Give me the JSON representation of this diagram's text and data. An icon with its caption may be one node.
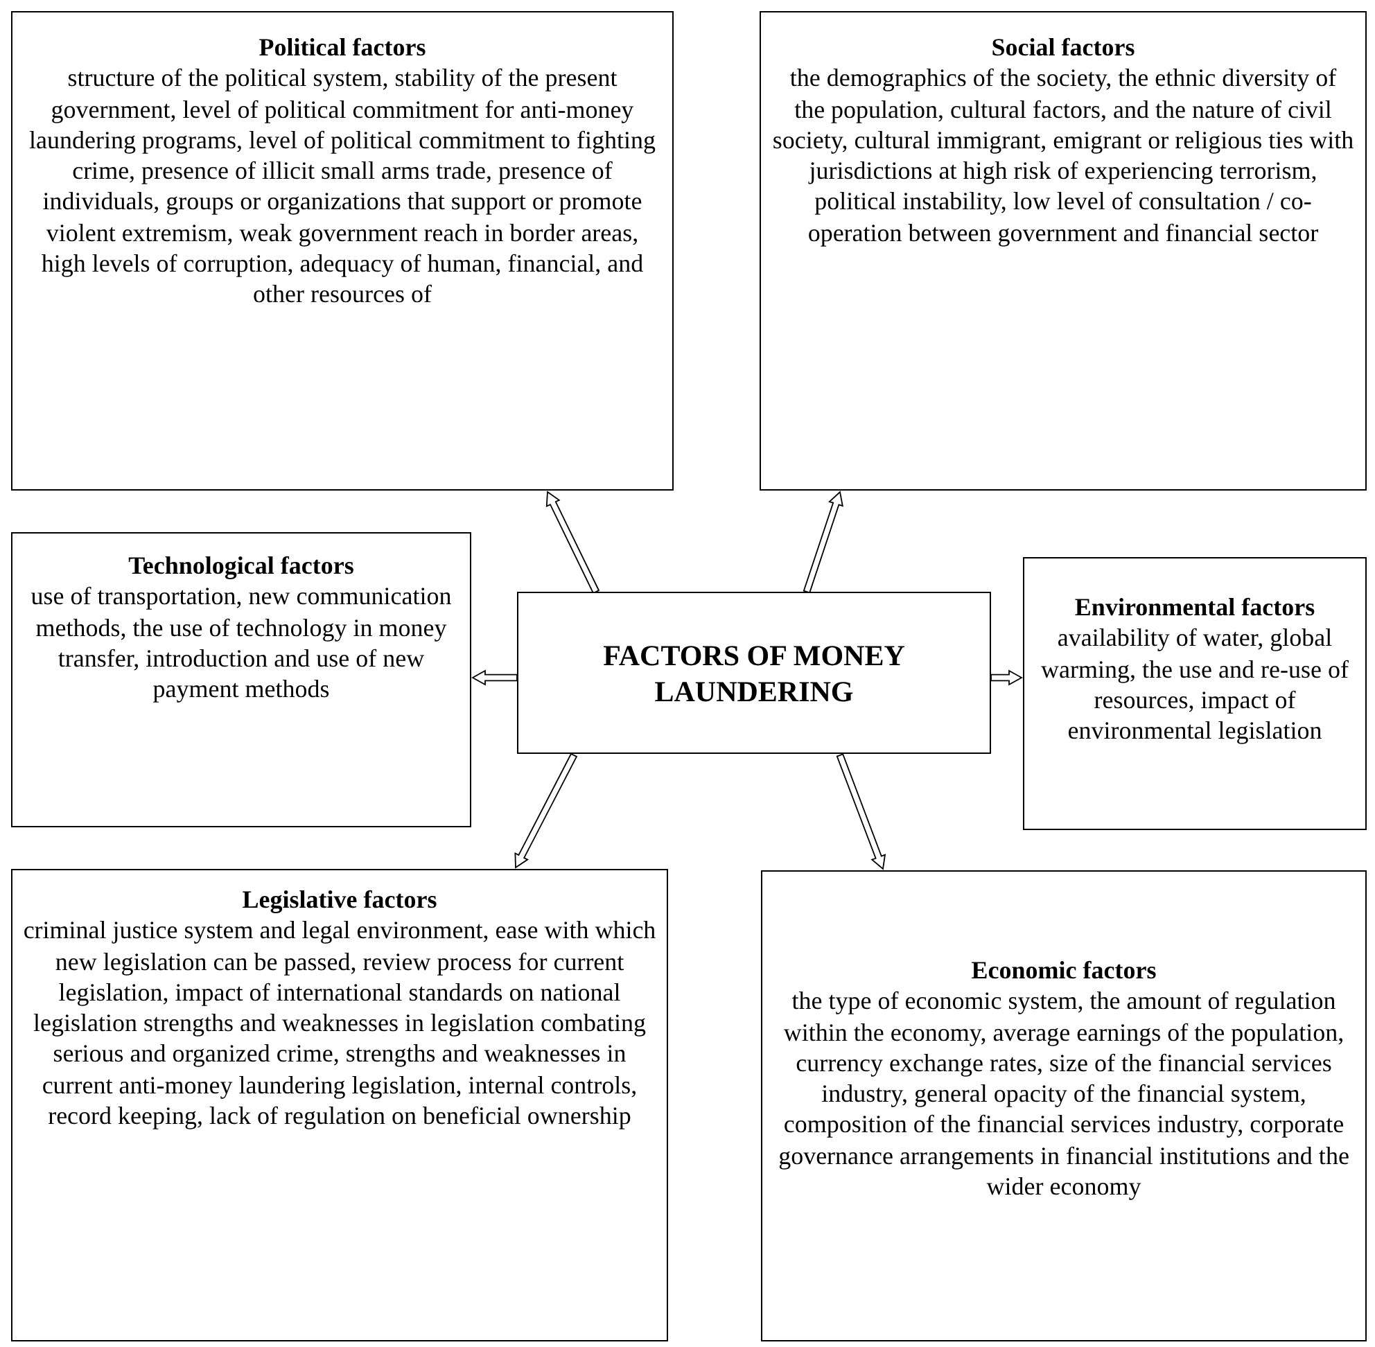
{
  "diagram": {
    "nodes": [
      {
        "text": [
          "FACTORS OF MONEY LAUNDERING"
        ]
      },
      {
        "text": [
          "Political factors",
          "structure of the political system, stability of the present government, level of political commitment for anti-money laundering programs, level of political commitment to fighting crime, presence of illicit small arms trade, presence of individuals, groups or organizations that support or promote violent extremism, weak government reach in border areas, high levels of corruption, adequacy of human, financial, and other resources of"
        ]
      },
      {
        "text": [
          "Social factors",
          "the demographics of the society, the ethnic diversity of the population, cultural factors, and the nature of civil society, cultural immigrant, emigrant or religious ties with jurisdictions at high risk of experiencing terrorism, political instability, low level of consultation / co-operation between government and financial sector"
        ]
      },
      {
        "text": [
          "Technological factors",
          "use of transportation, new communication methods, the use of technology in money transfer, introduction and use of new payment methods"
        ]
      },
      {
        "text": [
          "Environmental factors",
          "availability of water, global warming, the use and re-use of resources, impact of environmental legislation"
        ]
      },
      {
        "text": [
          "Legislative factors",
          "criminal justice system and legal environment, ease with which new legislation can be passed, review process for current legislation, impact of international standards on national legislation strengths and weaknesses in legislation combating serious and organized crime, strengths and weaknesses in current anti-money laundering legislation, internal controls, record keeping, lack of regulation on beneficial ownership"
        ]
      },
      {
        "text": [
          "Economic factors",
          "the type of economic system, the amount of regulation within the economy, average earnings of the population, currency exchange rates, size of the financial services industry, general opacity of the financial system, composition of the financial services industry, corporate governance arrangements in financial institutions and the wider economy"
        ]
      }
    ],
    "edges": [
      {
        "from": 0,
        "to": 1,
        "arrow": "to"
      },
      {
        "from": 0,
        "to": 2,
        "arrow": "to"
      },
      {
        "from": 0,
        "to": 3,
        "arrow": "to"
      },
      {
        "from": 0,
        "to": 4,
        "arrow": "to"
      },
      {
        "from": 0,
        "to": 5,
        "arrow": "to"
      },
      {
        "from": 0,
        "to": 6,
        "arrow": "to"
      }
    ]
  }
}
